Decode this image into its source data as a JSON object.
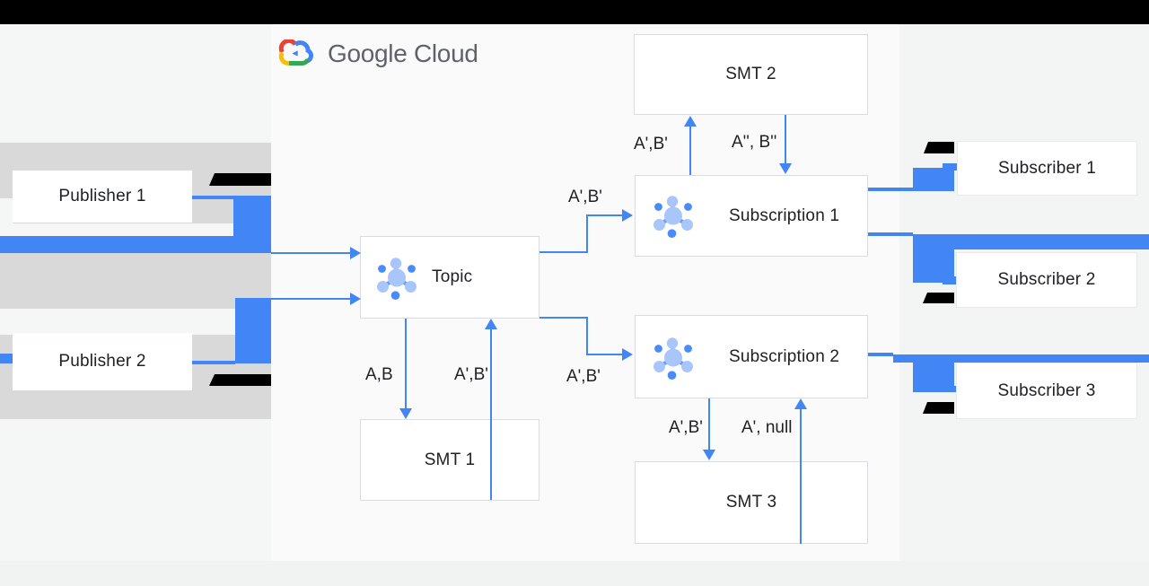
{
  "header": {
    "logo_text": "Google Cloud"
  },
  "nodes": {
    "publisher1": "Publisher 1",
    "publisher2": "Publisher 2",
    "topic": "Topic",
    "smt1": "SMT 1",
    "smt2": "SMT 2",
    "smt3": "SMT 3",
    "subscription1": "Subscription 1",
    "subscription2": "Subscription 2",
    "subscriber1": "Subscriber 1",
    "subscriber2": "Subscriber 2",
    "subscriber3": "Subscriber 3"
  },
  "edge_labels": {
    "topic_to_subscription1": "A',B'",
    "topic_to_subscription2": "A',B'",
    "topic_to_smt1": "A,B",
    "smt1_to_topic": "A',B'",
    "subscription1_to_smt2": "A',B'",
    "smt2_to_subscription1": "A'', B''",
    "subscription2_to_smt3": "A',B'",
    "smt3_to_subscription2": "A', null"
  },
  "icons": {
    "pubsub": "pubsub-topic-icon",
    "logo": "google-cloud-logo-icon"
  },
  "colors": {
    "arrow_blue": "#4285f4",
    "pubsub_icon_light": "#a9c6fb",
    "pubsub_icon_dark": "#4a8cf7",
    "band_gray": "#d9d9d9",
    "top_bar": "#000000",
    "logo_text_gray": "#5f6368",
    "redaction_black": "#000000"
  }
}
